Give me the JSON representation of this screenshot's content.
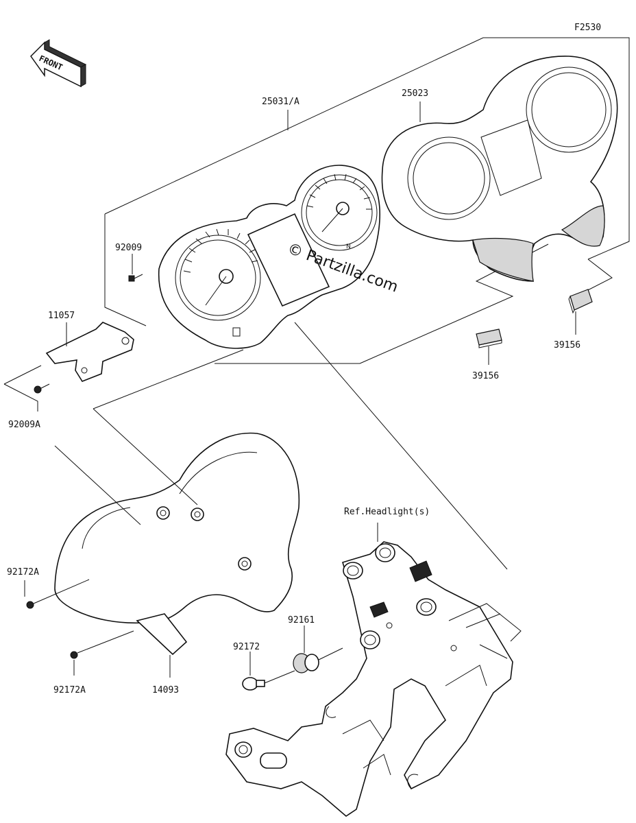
{
  "figure_code": "F2530",
  "front_arrow": "FRONT",
  "watermark": "© Partzilla.com",
  "parts": {
    "meter_assy": "25031/A",
    "meter_case": "25023",
    "screw_a": "92009",
    "bracket": "11057",
    "screw_b": "92009A",
    "pad_1": "39156",
    "pad_2": "39156",
    "screw_c_1": "92172A",
    "screw_c_2": "92172A",
    "cover": "14093",
    "screw_d": "92172",
    "grommet": "92161",
    "ref_headlight": "Ref.Headlight(s)"
  },
  "icons": {
    "front": "front-arrow-icon"
  }
}
